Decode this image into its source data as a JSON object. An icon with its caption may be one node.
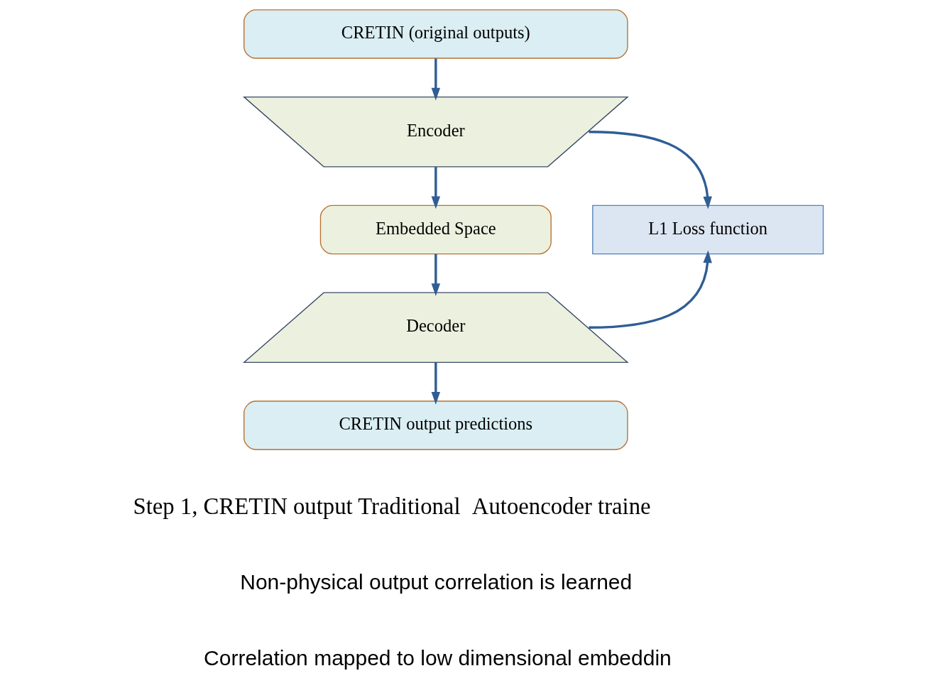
{
  "diagram": {
    "nodes": [
      {
        "text": [
          "CRETIN (original outputs)"
        ]
      },
      {
        "text": [
          "Encoder"
        ]
      },
      {
        "text": [
          "Embedded Space"
        ]
      },
      {
        "text": [
          "Decoder"
        ]
      },
      {
        "text": [
          "L1 Loss function"
        ]
      },
      {
        "text": [
          "CRETIN output predictions"
        ]
      }
    ],
    "edges": [
      {
        "from": 0,
        "to": 1,
        "arrow": "to"
      },
      {
        "from": 1,
        "to": 2,
        "arrow": "to"
      },
      {
        "from": 2,
        "to": 3,
        "arrow": "to"
      },
      {
        "from": 3,
        "to": 5,
        "arrow": "to"
      },
      {
        "from": 1,
        "to": 4,
        "arrow": "to"
      },
      {
        "from": 3,
        "to": 4,
        "arrow": "to"
      }
    ],
    "labels": [
      "Step 1, CRETIN output Traditional  Autoencoder traine",
      "Non-physical output correlation is learned",
      "Correlation mapped to low dimensional embeddin"
    ]
  }
}
